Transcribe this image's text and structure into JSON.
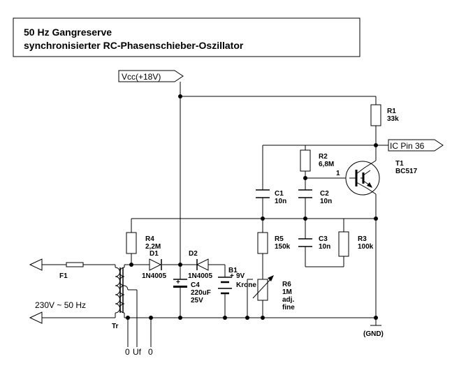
{
  "title": {
    "line1": "50 Hz Gangreserve",
    "line2": "synchronisierter RC-Phasenschieber-Oszillator"
  },
  "ports": {
    "vcc": "Vcc(+18V)",
    "ic_pin": "IC Pin 36",
    "gnd": "(GND)",
    "mains": "230V ~ 50 Hz",
    "out_left": "0",
    "out_mid": "Uf",
    "out_right": "0",
    "transistor_pin": "1"
  },
  "components": {
    "R1": {
      "name": "R1",
      "value": "33k"
    },
    "R2": {
      "name": "R2",
      "value": "6,8M"
    },
    "R3": {
      "name": "R3",
      "value": "100k"
    },
    "R4": {
      "name": "R4",
      "value": "2,2M"
    },
    "R5": {
      "name": "R5",
      "value": "150k"
    },
    "R6": {
      "name": "R6",
      "value": "1M",
      "note1": "adj.",
      "note2": "fine"
    },
    "C1": {
      "name": "C1",
      "value": "10n"
    },
    "C2": {
      "name": "C2",
      "value": "10n"
    },
    "C3": {
      "name": "C3",
      "value": "10n"
    },
    "C4": {
      "name": "C4",
      "value": "220uF",
      "voltage": "25V",
      "polarity": "+"
    },
    "D1": {
      "name": "D1",
      "value": "1N4005"
    },
    "D2": {
      "name": "D2",
      "value": "1N4005"
    },
    "T1": {
      "name": "T1",
      "value": "BC517"
    },
    "B1": {
      "name": "B1",
      "value": "9V",
      "type": "Krone",
      "polarity": "+"
    },
    "F1": {
      "name": "F1"
    },
    "Tr": {
      "name": "Tr"
    }
  }
}
